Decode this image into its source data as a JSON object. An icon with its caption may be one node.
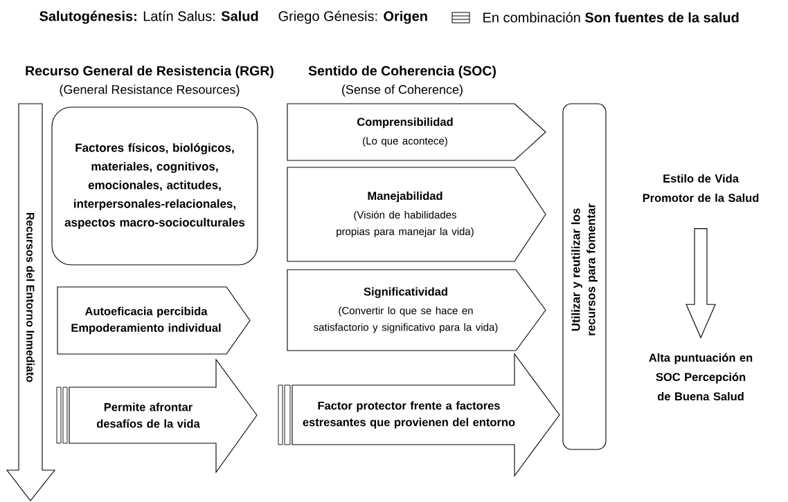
{
  "diagram": {
    "nodes": [
      {
        "text": [
          "Recursos del Entorno Inmediato"
        ]
      },
      {
        "text": [
          "Factores físicos, biológicos, materiales, cognitivos, emocionales, actitudes, interpersonales-relacionales, aspectos macro-socioculturales"
        ]
      },
      {
        "text": [
          "Autoeficacia percibida",
          "Empoderamiento individual"
        ]
      },
      {
        "text": [
          "Permite afrontar desafíos de la vida"
        ]
      },
      {
        "text": [
          "Comprensibilidad",
          "(Lo que acontece)"
        ]
      },
      {
        "text": [
          "Manejabilidad",
          "(Visión de habilidades propias para manejar la vida)"
        ]
      },
      {
        "text": [
          "Significatividad",
          "(Convertir lo que se hace en satisfactorio y significativo para la vida)"
        ]
      },
      {
        "text": [
          "Factor protector frente a factores estresantes que provienen del entorno"
        ]
      },
      {
        "text": [
          "Utilizar y reutilizar los recursos para fomentar"
        ]
      },
      {
        "text": [
          "Estilo de Vida Promotor de la Salud"
        ]
      },
      {
        "text": [
          "Alta puntuación en SOC Percepción de Buena Salud"
        ]
      }
    ],
    "edges": [
      {
        "from": 9,
        "to": 10,
        "arrow": "to"
      }
    ],
    "labels": [
      "**Salutogénesis:** Latín Salus: **Salud**",
      "Griego Génesis: **Origen**",
      "En combinación **Son fuentes de la salud**",
      "Recurso General de Resistencia (RGR)",
      "(General Resistance Resources)",
      "Sentido de Coherencia (SOC)",
      "(Sense of Coherence)"
    ]
  }
}
